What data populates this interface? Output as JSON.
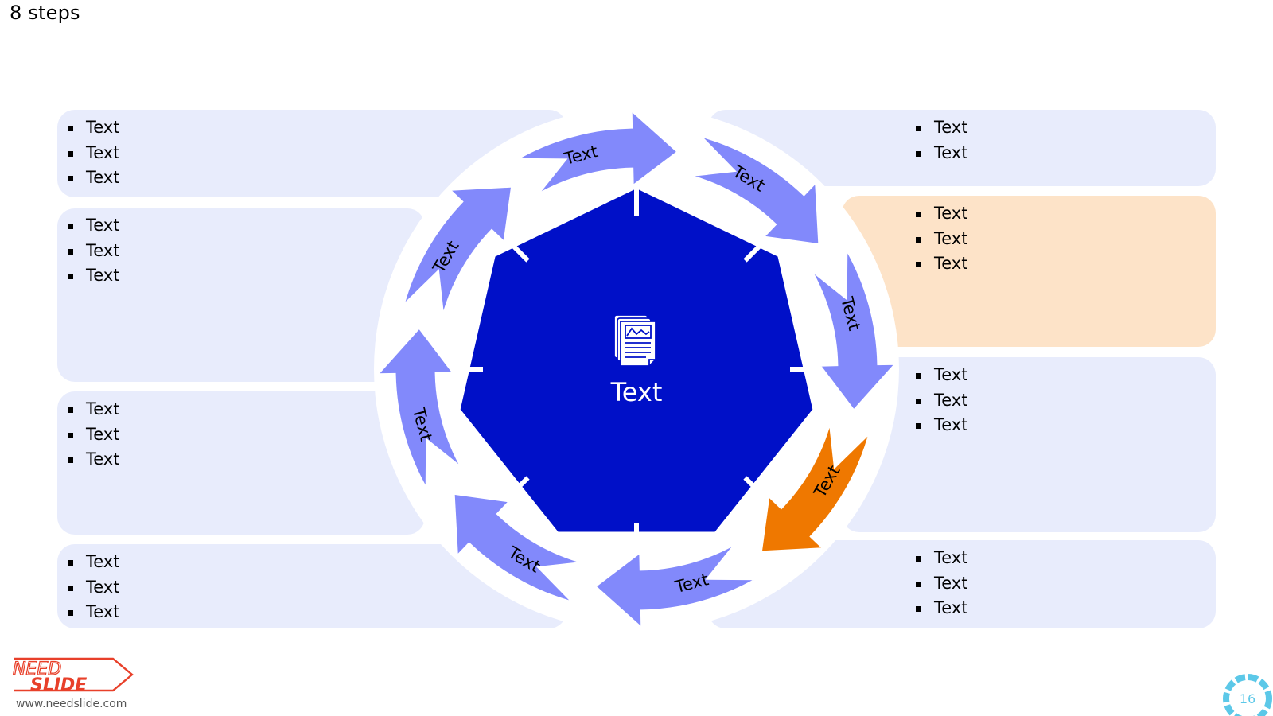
{
  "title": "8 steps",
  "center": {
    "label": "Text",
    "icon": "report-chart-icon"
  },
  "steps": [
    {
      "label": "Text"
    },
    {
      "label": "Text"
    },
    {
      "label": "Text"
    },
    {
      "label": "Text"
    },
    {
      "label": "Text"
    },
    {
      "label": "Text"
    },
    {
      "label": "Text"
    },
    {
      "label": "Text"
    }
  ],
  "panels": {
    "left_1": [
      "Text",
      "Text",
      "Text"
    ],
    "left_2": [
      "Text",
      "Text",
      "Text"
    ],
    "left_3": [
      "Text",
      "Text",
      "Text"
    ],
    "left_4": [
      "Text",
      "Text",
      "Text"
    ],
    "right_1": [
      "Text",
      "Text"
    ],
    "right_2": [
      "Text",
      "Text",
      "Text"
    ],
    "right_3": [
      "Text",
      "Text",
      "Text"
    ],
    "right_4": [
      "Text",
      "Text",
      "Text"
    ]
  },
  "highlight_step": 3,
  "colors": {
    "arrow": "#8289fb",
    "arrow_highlight": "#ef7800",
    "center": "#0010c8",
    "panel": "#e8ecfc",
    "panel_highlight": "#fde3c8"
  },
  "footer": {
    "logo_top": "NEED",
    "logo_bottom": "SLIDE",
    "url": "www.needslide.com",
    "page": "16"
  }
}
